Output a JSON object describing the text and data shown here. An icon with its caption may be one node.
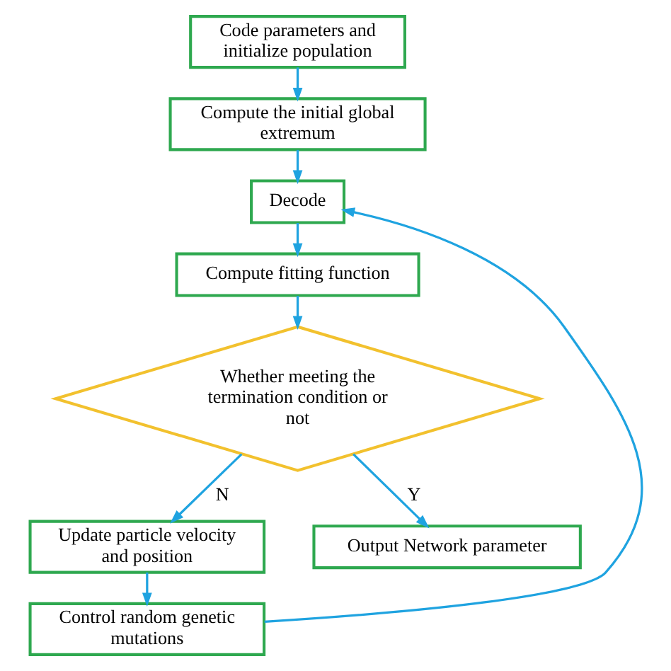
{
  "diagram": {
    "nodes": [
      {
        "text": [
          "Code parameters and initialize population"
        ]
      },
      {
        "text": [
          "Compute the initial global extremum"
        ]
      },
      {
        "text": [
          "Decode"
        ]
      },
      {
        "text": [
          "Compute fitting function"
        ]
      },
      {
        "text": [
          "Whether meeting the termination condition or not"
        ]
      },
      {
        "text": [
          "Update particle velocity and position"
        ]
      },
      {
        "text": [
          "Control random genetic mutations"
        ]
      },
      {
        "text": [
          "Output Network parameter"
        ]
      }
    ],
    "edges": [
      {
        "from": 0,
        "to": 1,
        "arrow": "to"
      },
      {
        "from": 1,
        "to": 2,
        "arrow": "to"
      },
      {
        "from": 2,
        "to": 3,
        "arrow": "to"
      },
      {
        "from": 3,
        "to": 4,
        "arrow": "to"
      },
      {
        "from": 4,
        "to": 5,
        "arrow": "to",
        "label": "N"
      },
      {
        "from": 4,
        "to": 7,
        "arrow": "to",
        "label": "Y"
      },
      {
        "from": 5,
        "to": 6,
        "arrow": "to"
      },
      {
        "from": 6,
        "to": 2,
        "arrow": "to"
      }
    ]
  }
}
